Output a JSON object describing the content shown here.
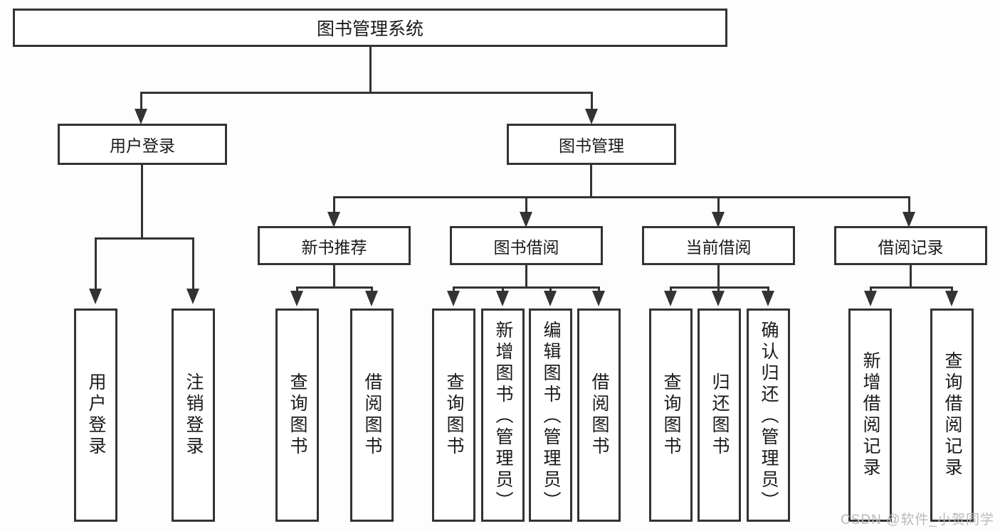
{
  "diagram": {
    "title": "图书管理系统",
    "type": "tree",
    "watermark": "CSDN @软件_小贺同学",
    "colors": {
      "border": "#333333",
      "box_fill": "#ffffff",
      "page_background": "#fdfdfd",
      "text": "#1a1a1a",
      "watermark": "#b9b9b9"
    },
    "nodes": {
      "root": {
        "label": "图书管理系统"
      },
      "level2": [
        {
          "id": "user-login",
          "label": "用户登录"
        },
        {
          "id": "book-management",
          "label": "图书管理"
        }
      ],
      "level3": [
        {
          "id": "new-book-recommend",
          "label": "新书推荐"
        },
        {
          "id": "book-borrow",
          "label": "图书借阅"
        },
        {
          "id": "current-borrow",
          "label": "当前借阅"
        },
        {
          "id": "borrow-record",
          "label": "借阅记录"
        }
      ],
      "leaves": [
        {
          "id": "leaf-user-login",
          "label": "用户登录",
          "parent": "user-login"
        },
        {
          "id": "leaf-logout-login",
          "label": "注销登录",
          "parent": "user-login"
        },
        {
          "id": "leaf-query-book-1",
          "label": "查询图书",
          "parent": "new-book-recommend"
        },
        {
          "id": "leaf-borrow-book-1",
          "label": "借阅图书",
          "parent": "new-book-recommend"
        },
        {
          "id": "leaf-query-book-2",
          "label": "查询图书",
          "parent": "book-borrow"
        },
        {
          "id": "leaf-add-book-admin",
          "label": "新增图书（管理员）",
          "parent": "book-borrow"
        },
        {
          "id": "leaf-edit-book-admin",
          "label": "编辑图书（管理员）",
          "parent": "book-borrow"
        },
        {
          "id": "leaf-borrow-book-2",
          "label": "借阅图书",
          "parent": "book-borrow"
        },
        {
          "id": "leaf-query-book-3",
          "label": "查询图书",
          "parent": "current-borrow"
        },
        {
          "id": "leaf-return-book",
          "label": "归还图书",
          "parent": "current-borrow"
        },
        {
          "id": "leaf-confirm-return-admin",
          "label": "确认归还（管理员）",
          "parent": "current-borrow"
        },
        {
          "id": "leaf-add-borrow-record",
          "label": "新增借阅记录",
          "parent": "borrow-record"
        },
        {
          "id": "leaf-query-borrow-record",
          "label": "查询借阅记录",
          "parent": "borrow-record"
        }
      ]
    }
  }
}
